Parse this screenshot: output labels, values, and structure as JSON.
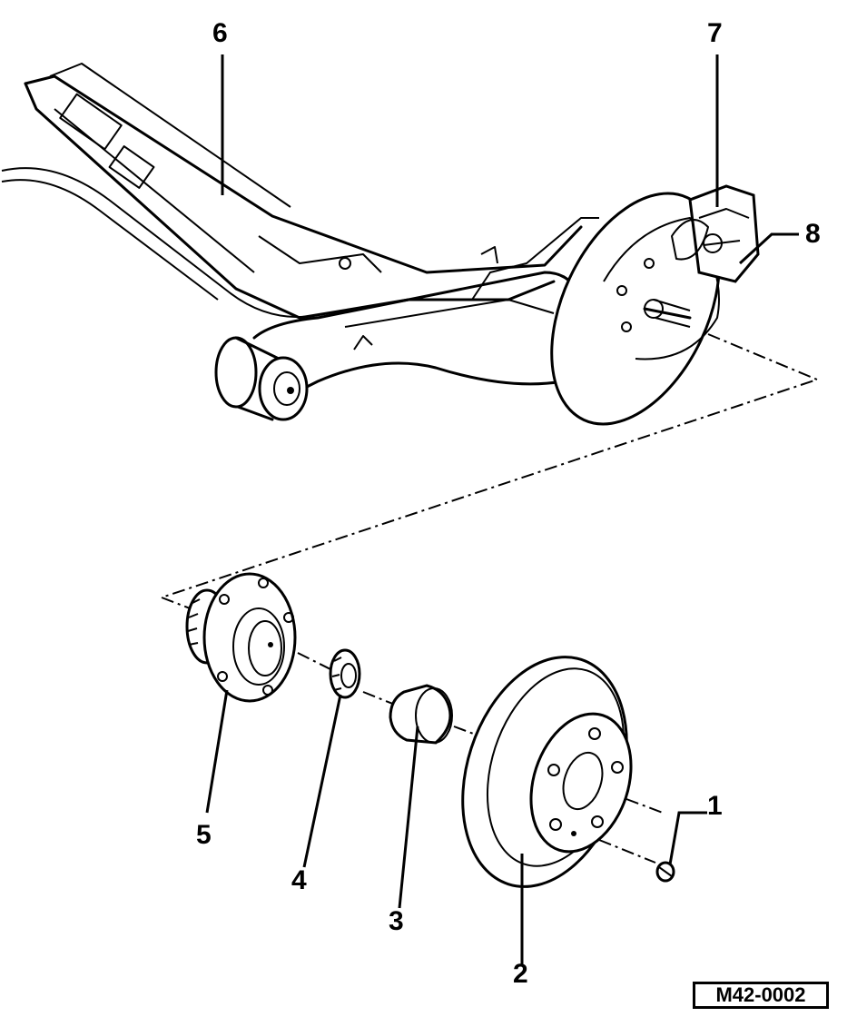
{
  "figure_id": "M42-0002",
  "callouts": [
    {
      "id": "1",
      "label": "1"
    },
    {
      "id": "2",
      "label": "2"
    },
    {
      "id": "3",
      "label": "3"
    },
    {
      "id": "4",
      "label": "4"
    },
    {
      "id": "5",
      "label": "5"
    },
    {
      "id": "6",
      "label": "6"
    },
    {
      "id": "7",
      "label": "7"
    },
    {
      "id": "8",
      "label": "8"
    }
  ]
}
